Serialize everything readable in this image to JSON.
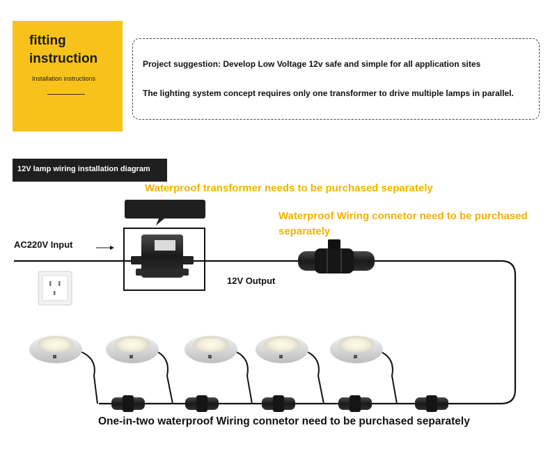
{
  "header": {
    "card_title_line1": "fitting",
    "card_title_line2": "instruction",
    "card_subtitle": "Installation instructions"
  },
  "suggestion": {
    "line1": "Project suggestion: Develop Low Voltage 12v safe and simple for all application sites",
    "line2": "The lighting system concept requires only one transformer to drive multiple lamps in parallel."
  },
  "diagram": {
    "label": "12V lamp wiring installation diagram",
    "transformer_note": "Waterproof transformer needs to be purchased separately",
    "connector_note": "Waterproof Wiring connetor need to be purchased separately",
    "ac_input": "AC220V Input",
    "output": "12V Output",
    "bottom_note": "One-in-two waterproof Wiring connetor need to be purchased separately",
    "lamp_count": 5,
    "splitter_count": 5
  },
  "colors": {
    "accent_yellow": "#f8c21a",
    "note_orange": "#f2b200",
    "dark": "#1f1f1f"
  },
  "icons": [
    "wall-socket-icon",
    "transformer-icon",
    "wiring-connector-icon",
    "pool-lamp-icon",
    "splitter-connector-icon",
    "arrow-right-icon"
  ]
}
